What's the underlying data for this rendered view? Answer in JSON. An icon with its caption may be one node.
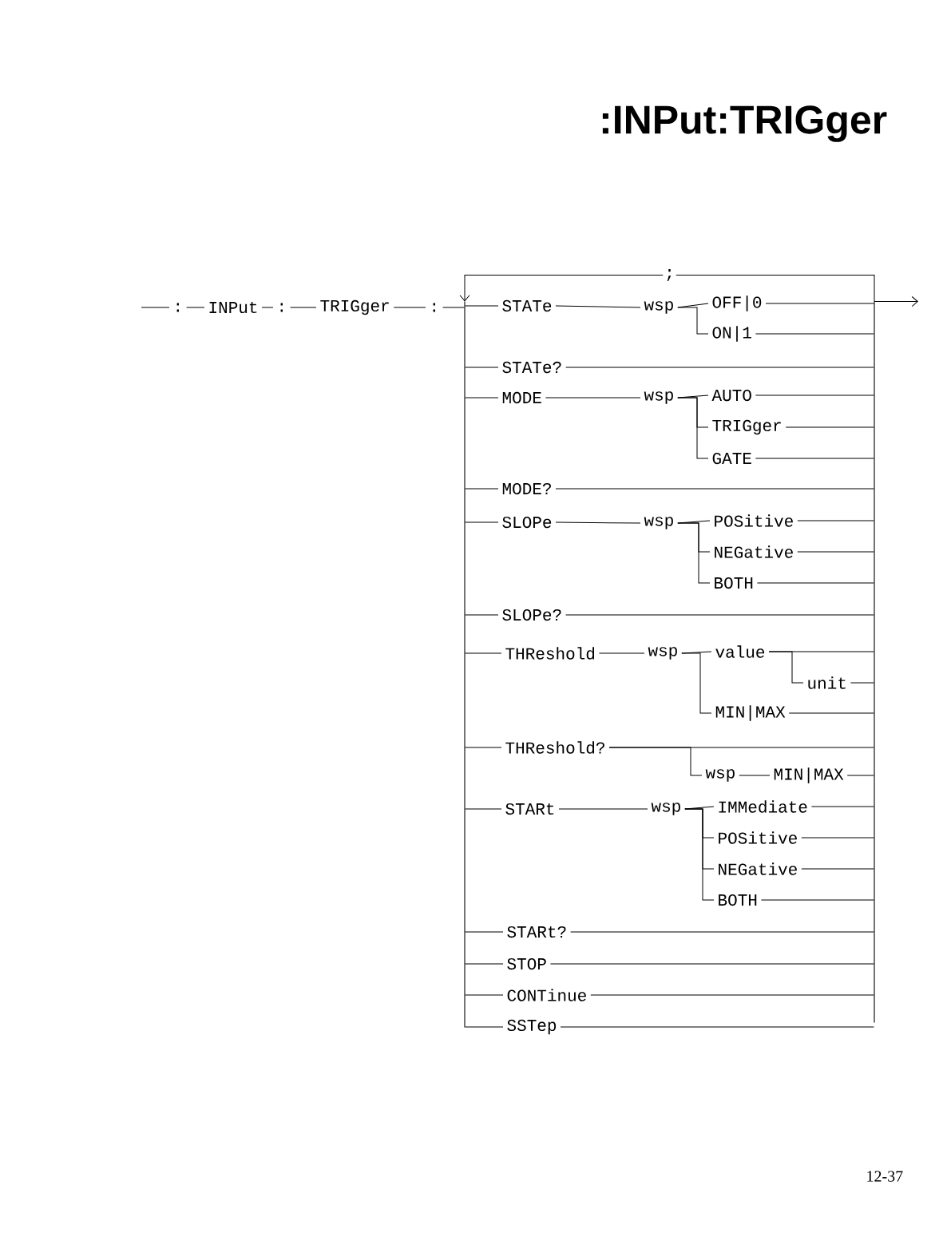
{
  "diagram": {
    "title": ":INPut:TRIGger",
    "nodes": [
      {
        "text": [
          ":"
        ]
      },
      {
        "text": [
          "INPut"
        ]
      },
      {
        "text": [
          ":"
        ]
      },
      {
        "text": [
          "TRIGger"
        ]
      },
      {
        "text": [
          ":"
        ]
      },
      {
        "text": [
          "STATe"
        ]
      },
      {
        "text": [
          "wsp"
        ]
      },
      {
        "text": [
          "OFF|0"
        ]
      },
      {
        "text": [
          "ON|1"
        ]
      },
      {
        "text": [
          "STATe?"
        ]
      },
      {
        "text": [
          "MODE"
        ]
      },
      {
        "text": [
          "wsp"
        ]
      },
      {
        "text": [
          "AUTO"
        ]
      },
      {
        "text": [
          "TRIGger"
        ]
      },
      {
        "text": [
          "GATE"
        ]
      },
      {
        "text": [
          "MODE?"
        ]
      },
      {
        "text": [
          "SLOPe"
        ]
      },
      {
        "text": [
          "wsp"
        ]
      },
      {
        "text": [
          "POSitive"
        ]
      },
      {
        "text": [
          "NEGative"
        ]
      },
      {
        "text": [
          "BOTH"
        ]
      },
      {
        "text": [
          "SLOPe?"
        ]
      },
      {
        "text": [
          "THReshold"
        ]
      },
      {
        "text": [
          "wsp"
        ]
      },
      {
        "text": [
          "value"
        ]
      },
      {
        "text": [
          "unit"
        ]
      },
      {
        "text": [
          "MIN|MAX"
        ]
      },
      {
        "text": [
          "THReshold?"
        ]
      },
      {
        "text": [
          "wsp"
        ]
      },
      {
        "text": [
          "MIN|MAX"
        ]
      },
      {
        "text": [
          "STARt"
        ]
      },
      {
        "text": [
          "wsp"
        ]
      },
      {
        "text": [
          "IMMediate"
        ]
      },
      {
        "text": [
          "POSitive"
        ]
      },
      {
        "text": [
          "NEGative"
        ]
      },
      {
        "text": [
          "BOTH"
        ]
      },
      {
        "text": [
          "STARt?"
        ]
      },
      {
        "text": [
          "STOP"
        ]
      },
      {
        "text": [
          "CONTinue"
        ]
      },
      {
        "text": [
          "SSTep"
        ]
      },
      {
        "text": [],
        "shape": "bar"
      },
      {
        "text": [],
        "shape": "bar"
      }
    ],
    "edges": [
      {
        "from": null,
        "to": 0,
        "arrow": "none"
      },
      {
        "from": 0,
        "to": 1,
        "arrow": "none"
      },
      {
        "from": 1,
        "to": 2,
        "arrow": "none"
      },
      {
        "from": 2,
        "to": 3,
        "arrow": "none"
      },
      {
        "from": 3,
        "to": 4,
        "arrow": "none"
      },
      {
        "from": 4,
        "to": 40,
        "arrow": "none"
      },
      {
        "from": 40,
        "to": 5,
        "arrow": "none"
      },
      {
        "from": 40,
        "to": 9,
        "arrow": "none"
      },
      {
        "from": 40,
        "to": 10,
        "arrow": "none"
      },
      {
        "from": 40,
        "to": 15,
        "arrow": "none"
      },
      {
        "from": 40,
        "to": 16,
        "arrow": "none"
      },
      {
        "from": 40,
        "to": 21,
        "arrow": "none"
      },
      {
        "from": 40,
        "to": 22,
        "arrow": "none"
      },
      {
        "from": 40,
        "to": 27,
        "arrow": "none"
      },
      {
        "from": 40,
        "to": 30,
        "arrow": "none"
      },
      {
        "from": 40,
        "to": 36,
        "arrow": "none"
      },
      {
        "from": 40,
        "to": 37,
        "arrow": "none"
      },
      {
        "from": 40,
        "to": 38,
        "arrow": "none"
      },
      {
        "from": 40,
        "to": 39,
        "arrow": "none"
      },
      {
        "from": 5,
        "to": 6,
        "arrow": "none"
      },
      {
        "from": 6,
        "to": 7,
        "arrow": "none"
      },
      {
        "from": 6,
        "to": 8,
        "arrow": "none"
      },
      {
        "from": 10,
        "to": 11,
        "arrow": "none"
      },
      {
        "from": 11,
        "to": 12,
        "arrow": "none"
      },
      {
        "from": 11,
        "to": 13,
        "arrow": "none"
      },
      {
        "from": 11,
        "to": 14,
        "arrow": "none"
      },
      {
        "from": 16,
        "to": 17,
        "arrow": "none"
      },
      {
        "from": 17,
        "to": 18,
        "arrow": "none"
      },
      {
        "from": 17,
        "to": 19,
        "arrow": "none"
      },
      {
        "from": 17,
        "to": 20,
        "arrow": "none"
      },
      {
        "from": 22,
        "to": 23,
        "arrow": "none"
      },
      {
        "from": 23,
        "to": 24,
        "arrow": "none"
      },
      {
        "from": 24,
        "to": 25,
        "arrow": "none"
      },
      {
        "from": 23,
        "to": 26,
        "arrow": "none"
      },
      {
        "from": 27,
        "to": 28,
        "arrow": "none"
      },
      {
        "from": 28,
        "to": 29,
        "arrow": "none"
      },
      {
        "from": 30,
        "to": 31,
        "arrow": "none"
      },
      {
        "from": 31,
        "to": 32,
        "arrow": "none"
      },
      {
        "from": 31,
        "to": 33,
        "arrow": "none"
      },
      {
        "from": 31,
        "to": 34,
        "arrow": "none"
      },
      {
        "from": 31,
        "to": 35,
        "arrow": "none"
      },
      {
        "from": 7,
        "to": 41,
        "arrow": "none"
      },
      {
        "from": 8,
        "to": 41,
        "arrow": "none"
      },
      {
        "from": 9,
        "to": 41,
        "arrow": "none"
      },
      {
        "from": 12,
        "to": 41,
        "arrow": "none"
      },
      {
        "from": 13,
        "to": 41,
        "arrow": "none"
      },
      {
        "from": 14,
        "to": 41,
        "arrow": "none"
      },
      {
        "from": 15,
        "to": 41,
        "arrow": "none"
      },
      {
        "from": 18,
        "to": 41,
        "arrow": "none"
      },
      {
        "from": 19,
        "to": 41,
        "arrow": "none"
      },
      {
        "from": 20,
        "to": 41,
        "arrow": "none"
      },
      {
        "from": 21,
        "to": 41,
        "arrow": "none"
      },
      {
        "from": 24,
        "to": 41,
        "arrow": "none"
      },
      {
        "from": 25,
        "to": 41,
        "arrow": "none"
      },
      {
        "from": 26,
        "to": 41,
        "arrow": "none"
      },
      {
        "from": 27,
        "to": 41,
        "arrow": "none"
      },
      {
        "from": 29,
        "to": 41,
        "arrow": "none"
      },
      {
        "from": 32,
        "to": 41,
        "arrow": "none"
      },
      {
        "from": 33,
        "to": 41,
        "arrow": "none"
      },
      {
        "from": 34,
        "to": 41,
        "arrow": "none"
      },
      {
        "from": 35,
        "to": 41,
        "arrow": "none"
      },
      {
        "from": 36,
        "to": 41,
        "arrow": "none"
      },
      {
        "from": 37,
        "to": 41,
        "arrow": "none"
      },
      {
        "from": 38,
        "to": 41,
        "arrow": "none"
      },
      {
        "from": 39,
        "to": 41,
        "arrow": "none"
      },
      {
        "from": 41,
        "to": 40,
        "arrow": "to",
        "label": ";"
      },
      {
        "from": 41,
        "to": null,
        "arrow": "to"
      }
    ],
    "labels": [
      "12-37"
    ]
  }
}
